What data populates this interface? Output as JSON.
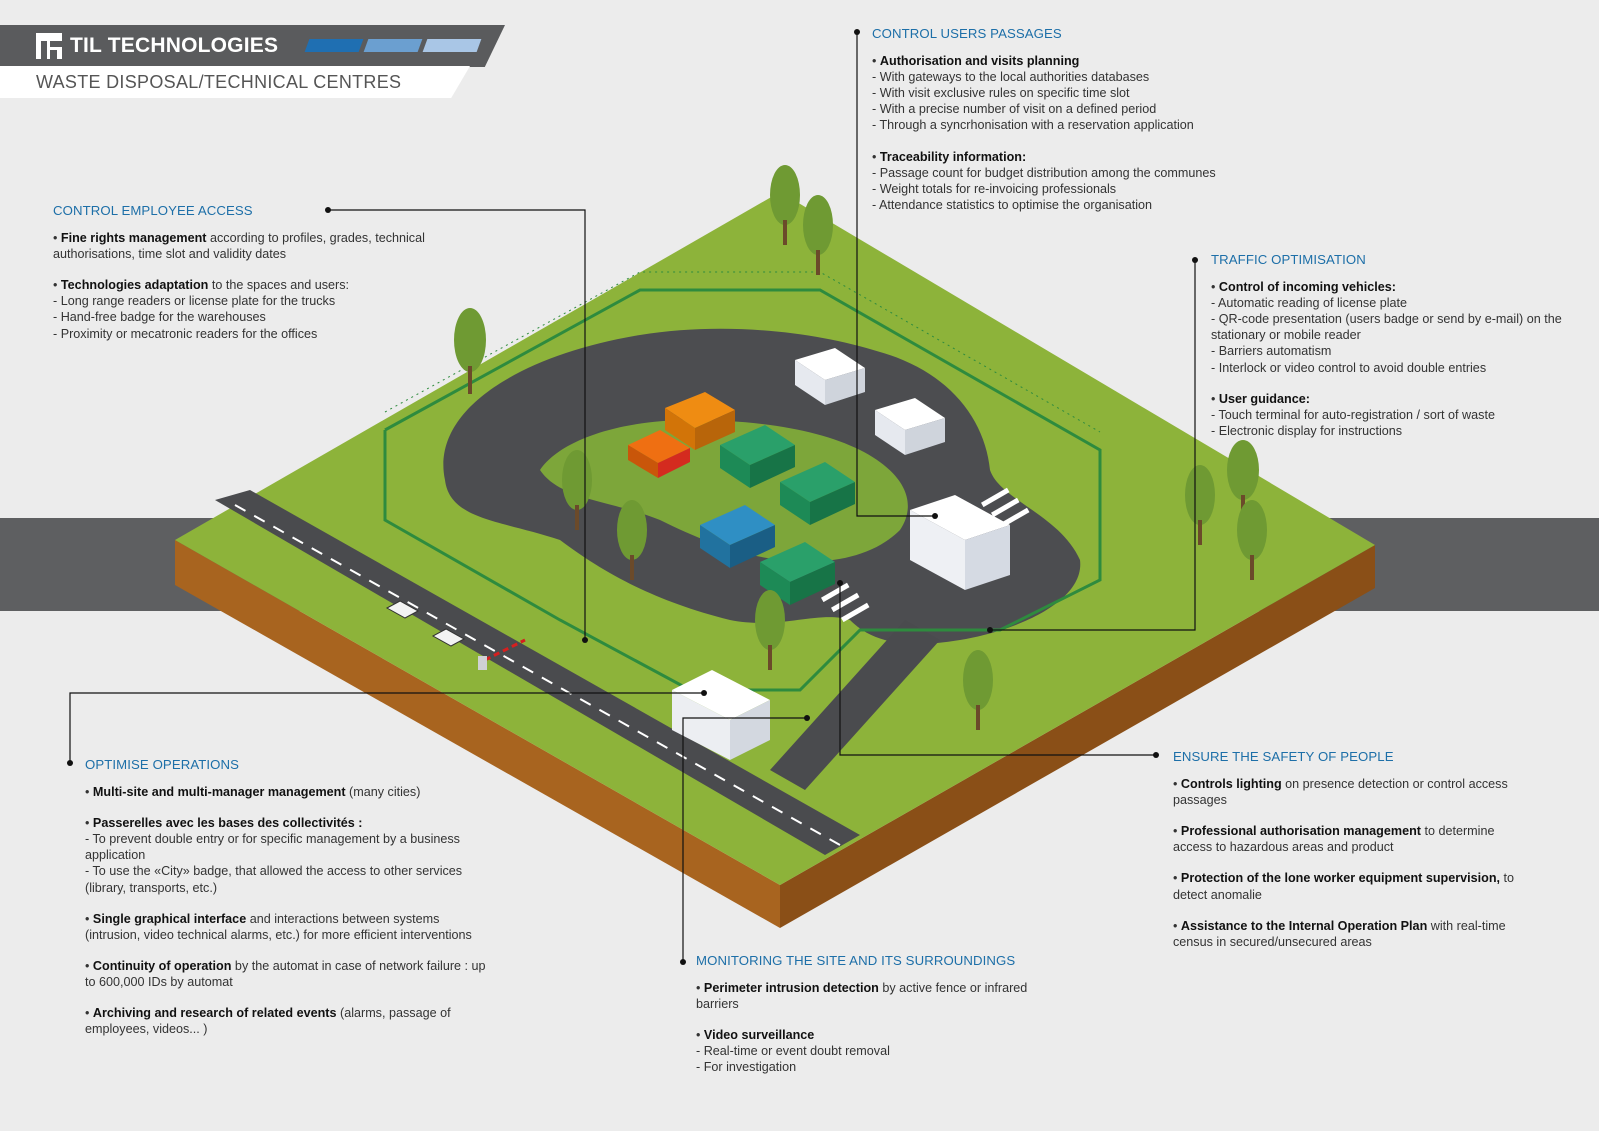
{
  "header": {
    "brand": "TIL TECHNOLOGIES",
    "subtitle": "WASTE DISPOSAL/TECHNICAL CENTRES",
    "colors": {
      "band": "#5a5b5d",
      "accent": "#1d6fa8",
      "stripes": [
        "#1f6fb2",
        "#6b9fd0",
        "#a9c6e6"
      ]
    }
  },
  "sections": {
    "employee": {
      "title": "CONTROL EMPLOYEE ACCESS",
      "b1_bold": "Fine rights management",
      "b1_rest": " according to profiles, grades, technical authorisations, time slot and validity dates",
      "b2_bold": "Technologies adaptation",
      "b2_rest": " to the spaces and users:",
      "lines": [
        "- Long range readers or license plate for the trucks",
        "- Hand-free badge for the warehouses",
        "- Proximity or mecatronic readers for the offices"
      ]
    },
    "users": {
      "title": "CONTROL USERS PASSAGES",
      "h1": "Authorisation and visits planning",
      "lines1": [
        "- With gateways to the local authorities databases",
        "- With visit exclusive rules on specific time slot",
        "- With a precise number of visit on a defined period",
        "- Through a syncrhonisation with a reservation application"
      ],
      "h2": "Traceability information:",
      "lines2": [
        "- Passage count for budget distribution among the communes",
        "- Weight totals for re-invoicing professionals",
        "- Attendance statistics to optimise the organisation"
      ]
    },
    "traffic": {
      "title": "TRAFFIC OPTIMISATION",
      "h1": "Control of incoming vehicles:",
      "lines1": [
        "- Automatic reading of license plate",
        "- QR-code presentation (users badge or send by e-mail) on the stationary or mobile reader",
        "- Barriers automatism",
        "- Interlock or video control to avoid double entries"
      ],
      "h2": "User guidance:",
      "lines2": [
        "- Touch terminal for auto-registration / sort of waste",
        "- Electronic display for instructions"
      ]
    },
    "operations": {
      "title": "OPTIMISE OPERATIONS",
      "b1_bold": "Multi-site and multi-manager management",
      "b1_rest": " (many cities)",
      "b2_bold": "Passerelles avec les bases des collectivités :",
      "lines2": [
        "- To prevent double entry or for specific management by a business application",
        "- To use the «City» badge, that allowed the access to other services (library, transports, etc.)"
      ],
      "b3_bold": "Single graphical interface",
      "b3_rest": " and interactions between systems (intrusion, video technical alarms, etc.) for more efficient interventions",
      "b4_bold": "Continuity of operation",
      "b4_rest": " by the automat in case of network failure : up to 600,000 IDs by automat",
      "b5_bold": "Archiving and research of related events",
      "b5_rest": " (alarms,  passage of employees, videos... )"
    },
    "monitoring": {
      "title": "MONITORING THE SITE AND ITS SURROUNDINGS",
      "b1_bold": "Perimeter intrusion detection",
      "b1_rest": " by active fence or infrared barriers",
      "b2_bold": "Video surveillance",
      "lines2": [
        "- Real-time or event doubt removal",
        "- For investigation"
      ]
    },
    "safety": {
      "title": "ENSURE THE SAFETY OF PEOPLE",
      "b1_bold": "Controls lighting",
      "b1_rest": " on presence detection or control access passages",
      "b2_bold": "Professional authorisation management",
      "b2_rest": " to determine access to hazardous areas and product",
      "b3_bold": "Protection of the lone worker equipment supervision,",
      "b3_rest": " to detect anomalie",
      "b4_bold": "Assistance to the Internal Operation Plan",
      "b4_rest": " with real-time census in secured/unsecured areas"
    }
  }
}
